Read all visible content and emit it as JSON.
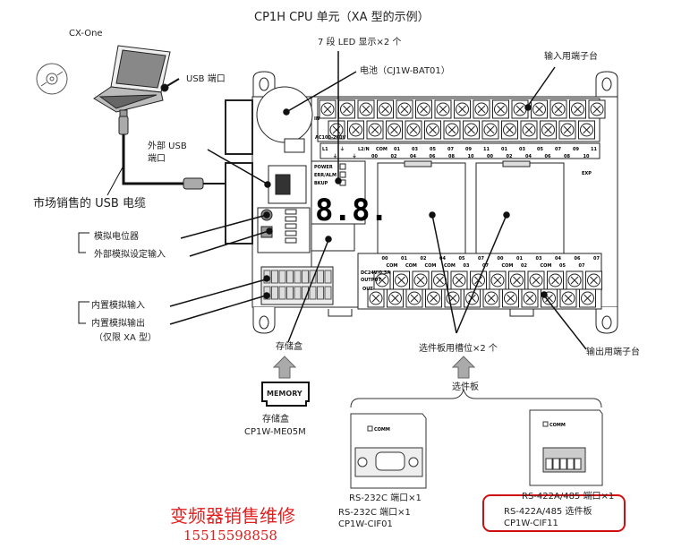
{
  "title": "CP1H CPU 单元（XA 型的示例）",
  "labels": {
    "cx_one": "CX-One",
    "usb_port": "USB 端口",
    "led_display": "7 段 LED 显示×2 个",
    "battery": "电池（CJ1W-BAT01）",
    "input_terminal": "输入用端子台",
    "ext_usb_1": "外部 USB",
    "ext_usb_2": "端口",
    "usb_cable": "市场销售的 USB 电缆",
    "analog_pot": "模拟电位器",
    "ext_analog_input": "外部模拟设定输入",
    "builtin_analog_in": "内置模拟输入",
    "builtin_analog_out": "内置模拟输出",
    "xa_only": "（仅限 XA 型）",
    "memory_cassette": "存储盒",
    "option_slots": "选件板用槽位×2 个",
    "output_terminal": "输出用端子台",
    "option_board": "选件板",
    "memory_label": "MEMORY",
    "memory_cassette_2": "存储盒",
    "memory_model": "CP1W-ME05M",
    "rs232_port": "RS-232C 端口×1",
    "rs232_port_2": "RS-232C 端口×1",
    "rs232_model": "CP1W-CIF01",
    "rs422_port": "RS-422A/485 端口×1",
    "rs422_board": "RS-422A/485 选件板",
    "rs422_model": "CP1W-CIF11",
    "comm": "COMM"
  },
  "plc": {
    "in": "IN",
    "ac": "AC100-240V",
    "power": "POWER",
    "err": "ERR/ALM",
    "bkup": "BKUP",
    "exp": "EXP",
    "dc": "DC24V/0.3A",
    "output": "OUTPUT",
    "out": "OUT",
    "led_digits": "8.8.",
    "in_labels_top": [
      "L1",
      "⏚",
      "L2/N",
      "COM",
      "01",
      "03",
      "05",
      "07",
      "09",
      "11",
      "01",
      "03",
      "05",
      "07",
      "09",
      "11"
    ],
    "in_labels_bottom": [
      "⏚",
      "⏚",
      "00",
      "02",
      "04",
      "06",
      "08",
      "10",
      "00",
      "02",
      "04",
      "06",
      "08",
      "10"
    ],
    "out_labels_top": [
      "",
      "00",
      "01",
      "02",
      "04",
      "05",
      "07",
      "00",
      "01",
      "03",
      "04",
      "06",
      "07"
    ],
    "out_labels_bottom": [
      "",
      "COM",
      "COM",
      "COM",
      "COM",
      "03",
      "07",
      "COM",
      "02",
      "COM",
      "05",
      "07"
    ]
  },
  "watermark": {
    "text": "变频器销售维修",
    "phone": "15515598858",
    "color": "#e02020"
  }
}
